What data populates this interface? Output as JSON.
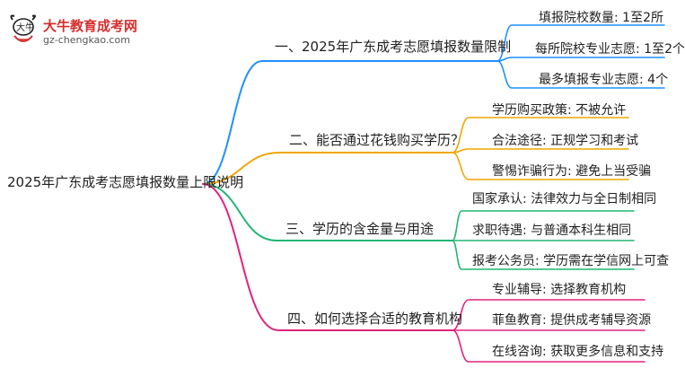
{
  "logo": {
    "name": "大牛教育成考网",
    "url": "gz-chengkao.com",
    "mascot": "大牛"
  },
  "root": {
    "label": "2025年广东成考志愿填报数量上限说明"
  },
  "branches": [
    {
      "label": "一、2025年广东成考志愿填报数量限制",
      "color": "#1e90ff",
      "leaves": [
        "填报院校数量: 1至2所",
        "每所院校专业志愿: 1至2个",
        "最多填报专业志愿: 4个"
      ]
    },
    {
      "label": "二、能否通过花钱购买学历？",
      "color": "#f0a500",
      "leaves": [
        "学历购买政策: 不被允许",
        "合法途径: 正规学习和考试",
        "警惕诈骗行为: 避免上当受骗"
      ]
    },
    {
      "label": "三、学历的含金量与用途",
      "color": "#22b573",
      "leaves": [
        "国家承认: 法律效力与全日制相同",
        "求职待遇: 与普通本科生相同",
        "报考公务员: 学历需在学信网上可查"
      ]
    },
    {
      "label": "四、如何选择合适的教育机构",
      "color": "#e0247d",
      "leaves": [
        "专业辅导: 选择教育机构",
        "菲鱼教育: 提供成考辅导资源",
        "在线咨询: 获取更多信息和支持"
      ]
    }
  ]
}
